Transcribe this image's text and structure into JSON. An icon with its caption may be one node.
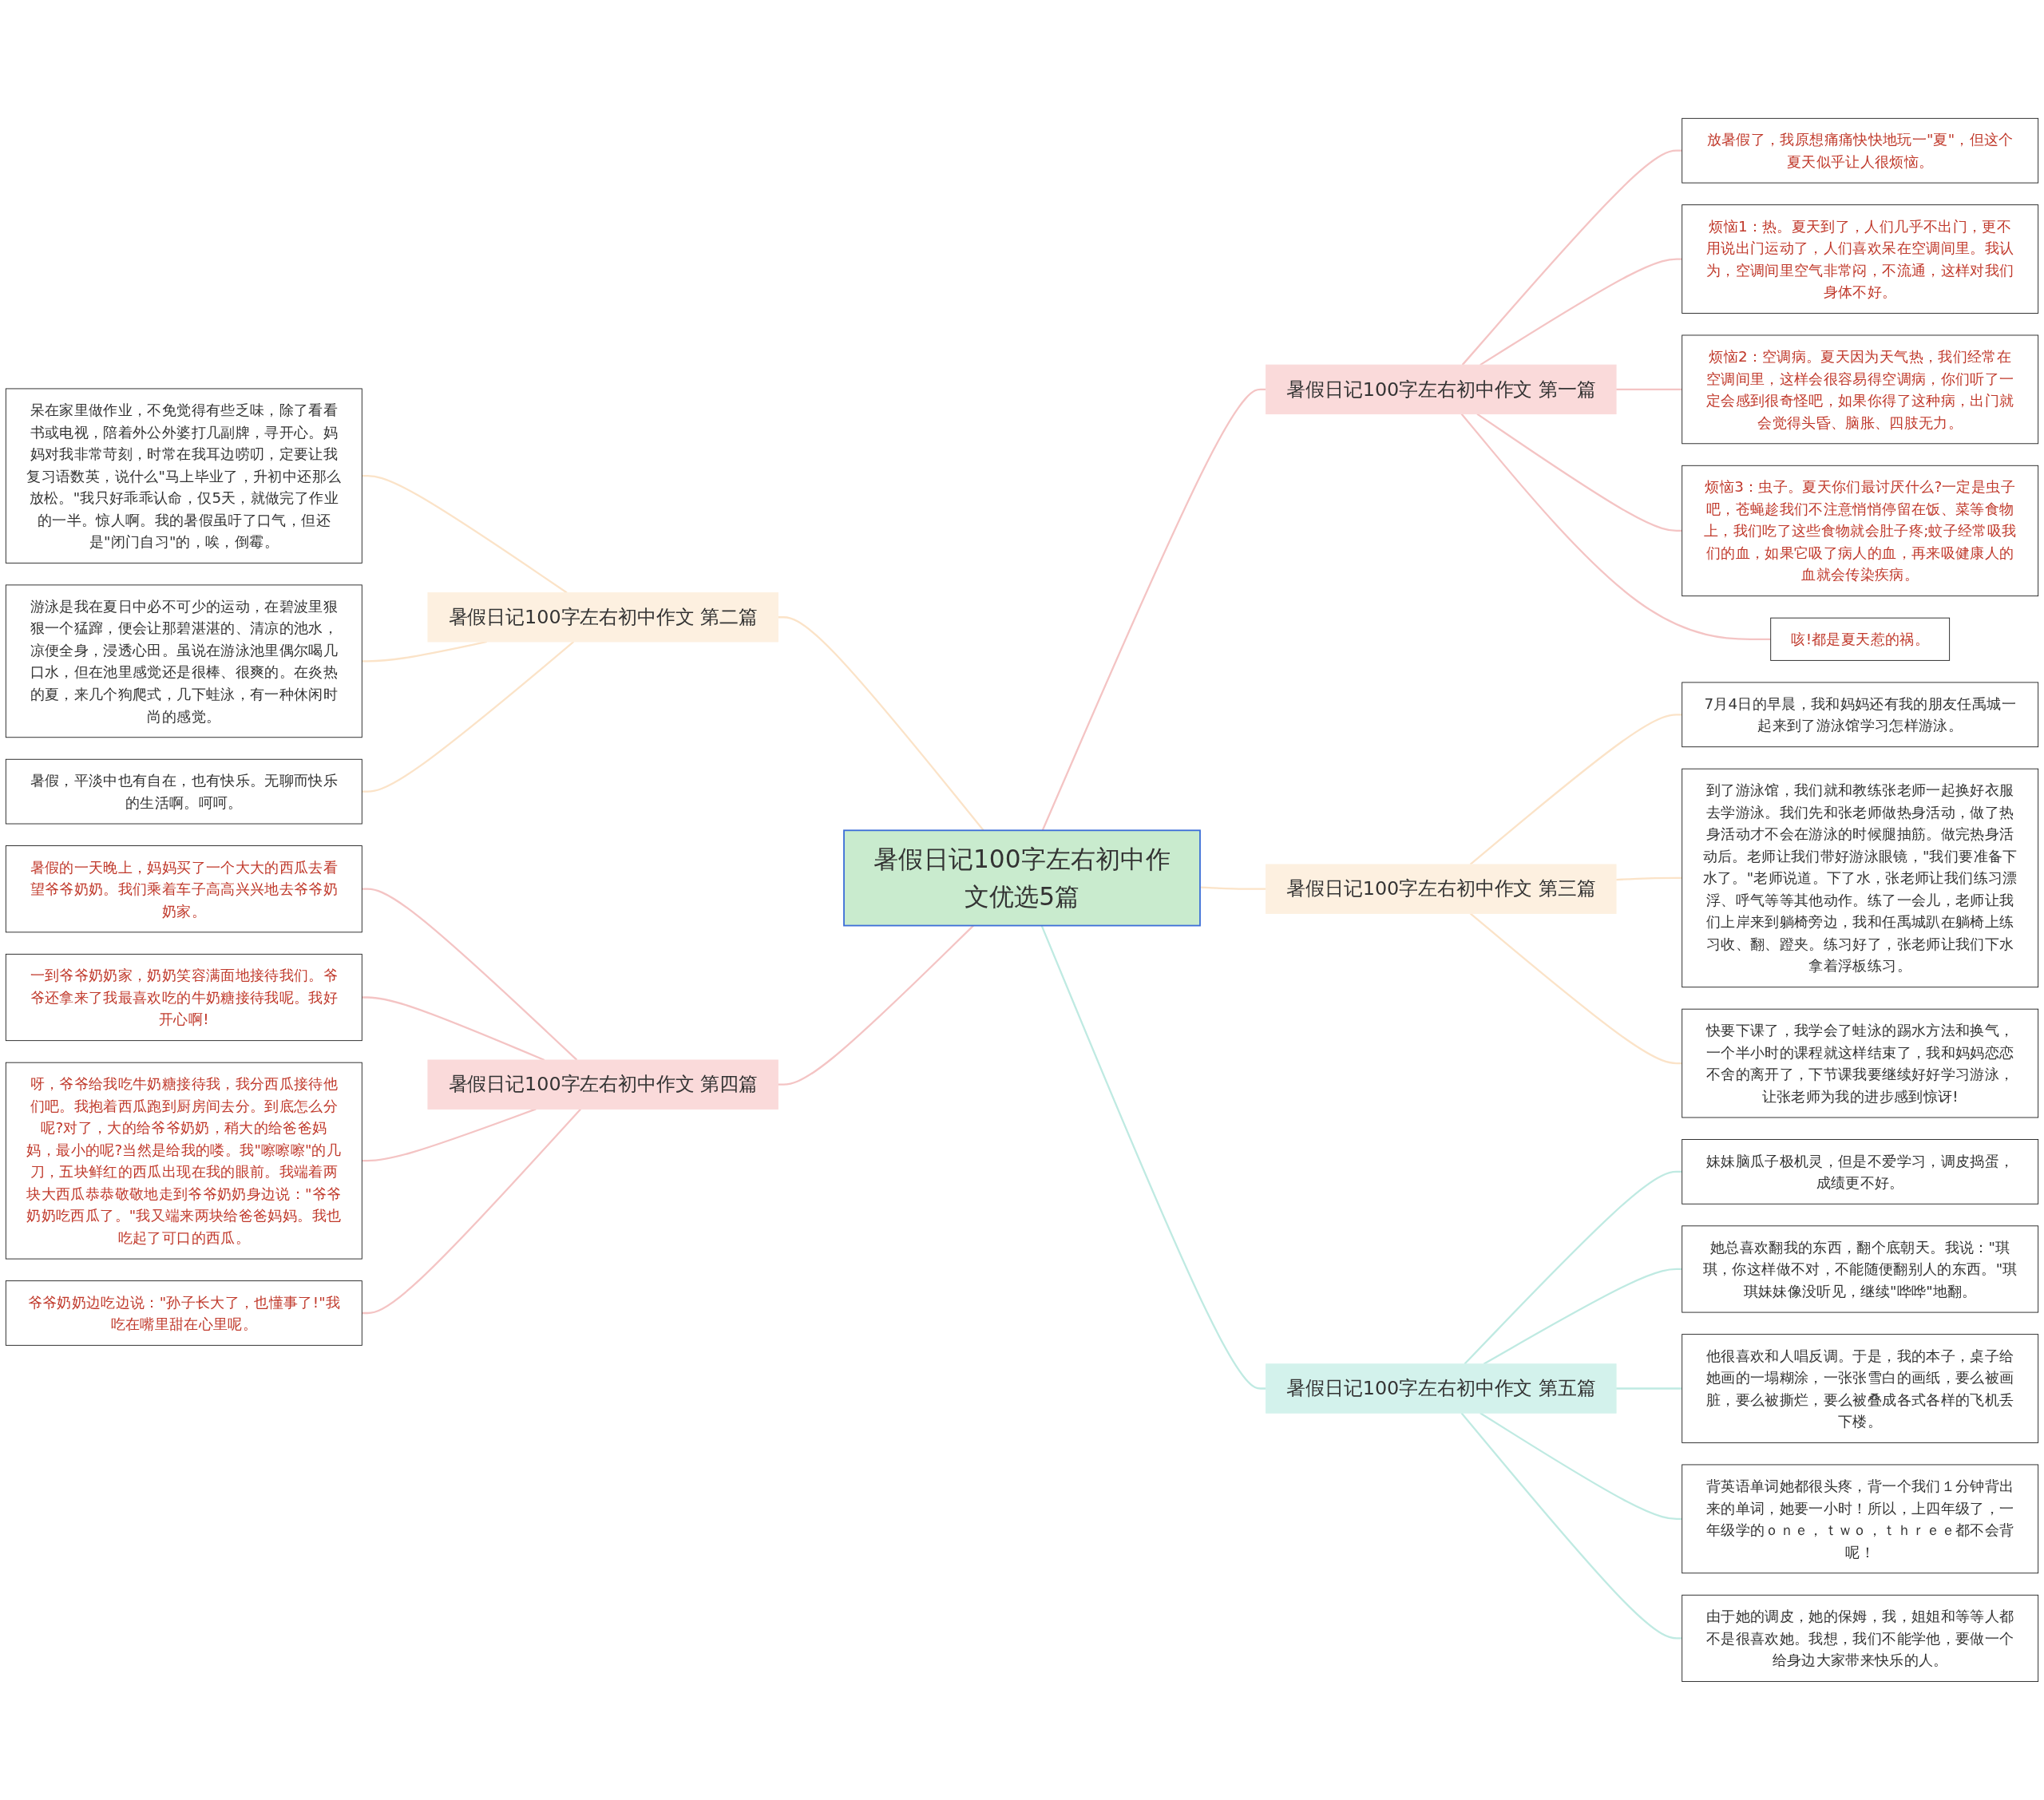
{
  "diagram": {
    "nodes": [
      {
        "text": [
          "暑假日记100字左右初中作文优选5篇"
        ]
      },
      {
        "text": [
          "暑假日记100字左右初中作文 第一篇"
        ]
      },
      {
        "text": [
          "放暑假了，我原想痛痛快快地玩一\"夏\"，但这个夏天似乎让人很烦恼。"
        ]
      },
      {
        "text": [
          "烦恼1：热。夏天到了，人们几乎不出门，更不用说出门运动了，人们喜欢呆在空调间里。我认为，空调间里空气非常闷，不流通，这样对我们身体不好。"
        ]
      },
      {
        "text": [
          "烦恼2：空调病。夏天因为天气热，我们经常在空调间里，这样会很容易得空调病，你们听了一定会感到很奇怪吧，如果你得了这种病，出门就会觉得头昏、脑胀、四肢无力。"
        ]
      },
      {
        "text": [
          "烦恼3：虫子。夏天你们最讨厌什么?一定是虫子吧，苍蝇趁我们不注意悄悄停留在饭、菜等食物上，我们吃了这些食物就会肚子疼;蚊子经常吸我们的血，如果它吸了病人的血，再来吸健康人的血就会传染疾病。"
        ]
      },
      {
        "text": [
          "咳!都是夏天惹的祸。"
        ]
      },
      {
        "text": [
          "暑假日记100字左右初中作文 第二篇"
        ]
      },
      {
        "text": [
          "呆在家里做作业，不免觉得有些乏味，除了看看书或电视，陪着外公外婆打几副牌，寻开心。妈妈对我非常苛刻，时常在我耳边唠叨，定要让我复习语数英，说什么\"马上毕业了，升初中还那么放松。\"我只好乖乖认命，仅5天，就做完了作业的一半。惊人啊。我的暑假虽吁了口气，但还是\"闭门自习\"的，唉，倒霉。"
        ]
      },
      {
        "text": [
          "游泳是我在夏日中必不可少的运动，在碧波里狠狠一个猛蹿，便会让那碧湛湛的、清凉的池水，凉便全身，浸透心田。虽说在游泳池里偶尔喝几口水，但在池里感觉还是很棒、很爽的。在炎热的夏，来几个狗爬式，几下蛙泳，有一种休闲时尚的感觉。"
        ]
      },
      {
        "text": [
          "暑假，平淡中也有自在，也有快乐。无聊而快乐的生活啊。呵呵。"
        ]
      },
      {
        "text": [
          "暑假日记100字左右初中作文 第三篇"
        ]
      },
      {
        "text": [
          "7月4日的早晨，我和妈妈还有我的朋友任禹城一起来到了游泳馆学习怎样游泳。"
        ]
      },
      {
        "text": [
          "到了游泳馆，我们就和教练张老师一起换好衣服去学游泳。我们先和张老师做热身活动，做了热身活动才不会在游泳的时候腿抽筋。做完热身活动后。老师让我们带好游泳眼镜，\"我们要准备下水了。\"老师说道。下了水，张老师让我们练习漂浮、呼气等等其他动作。练了一会儿，老师让我们上岸来到躺椅旁边，我和任禹城趴在躺椅上练习收、翻、蹬夹。练习好了，张老师让我们下水拿着浮板练习。"
        ]
      },
      {
        "text": [
          "快要下课了，我学会了蛙泳的踢水方法和换气，一个半小时的课程就这样结束了，我和妈妈恋恋不舍的离开了，下节课我要继续好好学习游泳，让张老师为我的进步感到惊讶!"
        ]
      },
      {
        "text": [
          "暑假日记100字左右初中作文 第四篇"
        ]
      },
      {
        "text": [
          "暑假的一天晚上，妈妈买了一个大大的西瓜去看望爷爷奶奶。我们乘着车子高高兴兴地去爷爷奶奶家。"
        ]
      },
      {
        "text": [
          "一到爷爷奶奶家，奶奶笑容满面地接待我们。爷爷还拿来了我最喜欢吃的牛奶糖接待我呢。我好开心啊!"
        ]
      },
      {
        "text": [
          "呀，爷爷给我吃牛奶糖接待我，我分西瓜接待他们吧。我抱着西瓜跑到厨房间去分。到底怎么分呢?对了，大的给爷爷奶奶，稍大的给爸爸妈妈，最小的呢?当然是给我的喽。我\"嚓嚓嚓\"的几刀，五块鲜红的西瓜出现在我的眼前。我端着两块大西瓜恭恭敬敬地走到爷爷奶奶身边说：\"爷爷奶奶吃西瓜了。\"我又端来两块给爸爸妈妈。我也吃起了可口的西瓜。"
        ]
      },
      {
        "text": [
          "爷爷奶奶边吃边说：\"孙子长大了，也懂事了!\"我吃在嘴里甜在心里呢。"
        ]
      },
      {
        "text": [
          "暑假日记100字左右初中作文 第五篇"
        ]
      },
      {
        "text": [
          "妹妹脑瓜子极机灵，但是不爱学习，调皮捣蛋，成绩更不好。"
        ]
      },
      {
        "text": [
          "她总喜欢翻我的东西，翻个底朝天。我说：\"琪琪，你这样做不对，不能随便翻别人的东西。\"琪琪妹妹像没听见，继续\"哗哗\"地翻。"
        ]
      },
      {
        "text": [
          "他很喜欢和人唱反调。于是，我的本子，桌子给她画的一塌糊涂，一张张雪白的画纸，要么被画脏，要么被撕烂，要么被叠成各式各样的飞机丢下楼。"
        ]
      },
      {
        "text": [
          "背英语单词她都很头疼，背一个我们１分钟背出来的单词，她要一小时！所以，上四年级了，一年级学的ｏｎｅ，ｔｗｏ，ｔｈｒｅｅ都不会背呢！"
        ]
      },
      {
        "text": [
          "由于她的调皮，她的保姆，我，姐姐和等等人都不是很喜欢她。我想，我们不能学他，要做一个给身边大家带来快乐的人。"
        ]
      }
    ],
    "edges": [
      {
        "from": 0,
        "to": 1,
        "arrow": "none",
        "color": "#f4c4c4"
      },
      {
        "from": 1,
        "to": 2,
        "arrow": "none",
        "color": "#f4c4c4"
      },
      {
        "from": 1,
        "to": 3,
        "arrow": "none",
        "color": "#f4c4c4"
      },
      {
        "from": 1,
        "to": 4,
        "arrow": "none",
        "color": "#f4c4c4"
      },
      {
        "from": 1,
        "to": 5,
        "arrow": "none",
        "color": "#f4c4c4"
      },
      {
        "from": 1,
        "to": 6,
        "arrow": "none",
        "color": "#f4c4c4"
      },
      {
        "from": 0,
        "to": 7,
        "arrow": "none",
        "color": "#fbe3c8"
      },
      {
        "from": 7,
        "to": 8,
        "arrow": "none",
        "color": "#fbe3c8"
      },
      {
        "from": 7,
        "to": 9,
        "arrow": "none",
        "color": "#fbe3c8"
      },
      {
        "from": 7,
        "to": 10,
        "arrow": "none",
        "color": "#fbe3c8"
      },
      {
        "from": 0,
        "to": 11,
        "arrow": "none",
        "color": "#fbe3c8"
      },
      {
        "from": 11,
        "to": 12,
        "arrow": "none",
        "color": "#fbe3c8"
      },
      {
        "from": 11,
        "to": 13,
        "arrow": "none",
        "color": "#fbe3c8"
      },
      {
        "from": 11,
        "to": 14,
        "arrow": "none",
        "color": "#fbe3c8"
      },
      {
        "from": 0,
        "to": 15,
        "arrow": "none",
        "color": "#f4c4c4"
      },
      {
        "from": 15,
        "to": 16,
        "arrow": "none",
        "color": "#f4c4c4"
      },
      {
        "from": 15,
        "to": 17,
        "arrow": "none",
        "color": "#f4c4c4"
      },
      {
        "from": 15,
        "to": 18,
        "arrow": "none",
        "color": "#f4c4c4"
      },
      {
        "from": 15,
        "to": 19,
        "arrow": "none",
        "color": "#f4c4c4"
      },
      {
        "from": 0,
        "to": 20,
        "arrow": "none",
        "color": "#bfeae2"
      },
      {
        "from": 20,
        "to": 21,
        "arrow": "none",
        "color": "#bfeae2"
      },
      {
        "from": 20,
        "to": 22,
        "arrow": "none",
        "color": "#bfeae2"
      },
      {
        "from": 20,
        "to": 23,
        "arrow": "none",
        "color": "#bfeae2"
      },
      {
        "from": 20,
        "to": 24,
        "arrow": "none",
        "color": "#bfeae2"
      },
      {
        "from": 20,
        "to": 25,
        "arrow": "none",
        "color": "#bfeae2"
      }
    ]
  }
}
